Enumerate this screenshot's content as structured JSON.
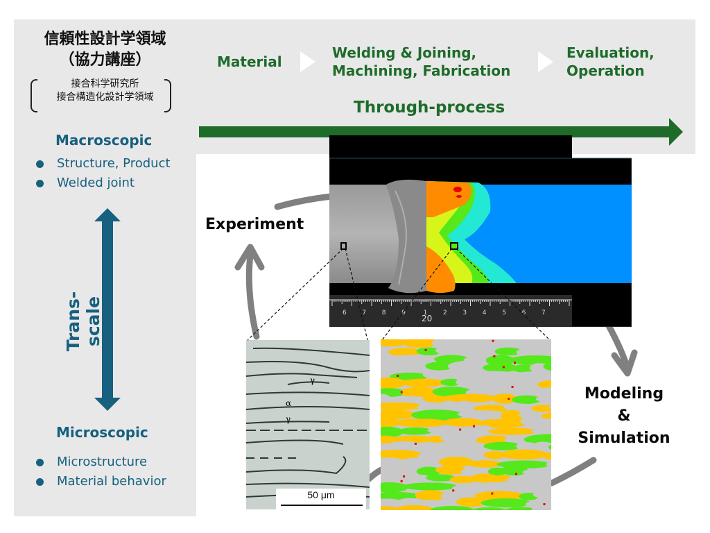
{
  "header": {
    "jp_title_line1": "信頼性設計学領域",
    "jp_title_line2": "（協力講座）",
    "jp_sub_line1": "接合科学研究所",
    "jp_sub_line2": "接合構造化設計学領域"
  },
  "process": {
    "steps": [
      {
        "label_line1": "Material",
        "label_line2": ""
      },
      {
        "label_line1": "Welding & Joining,",
        "label_line2": "Machining, Fabrication"
      },
      {
        "label_line1": "Evaluation,",
        "label_line2": "Operation"
      }
    ],
    "through_label": "Through-process",
    "arrow_icon": "right-arrow-icon",
    "step_separator_icon": "chevron-right-icon"
  },
  "scale": {
    "macro_heading": "Macroscopic",
    "macro_items": [
      "Structure, Product",
      "Welded joint"
    ],
    "micro_heading": "Microscopic",
    "micro_items": [
      "Microstructure",
      "Material behavior"
    ],
    "axis_label": "Trans-scale",
    "axis_icon": "double-headed-vertical-arrow-icon"
  },
  "cycle": {
    "experiment_label": "Experiment",
    "modeling_line1": "Modeling",
    "modeling_line2": "&",
    "modeling_line3": "Simulation",
    "arrow_icon": "circular-arrow-icon"
  },
  "images": {
    "weld_ruler_ticks": [
      "6",
      "7",
      "8",
      "9",
      "1",
      "2",
      "3",
      "4",
      "5",
      "6",
      "7"
    ],
    "weld_ruler_major_label": "20",
    "micrograph_phase_labels": [
      "γ",
      "α",
      "γ"
    ],
    "micrograph_scale_bar": "50 μm"
  },
  "colors": {
    "process_green": "#1e6b2a",
    "scale_blue": "#17607f",
    "panel_gray": "#e8e8e8",
    "cycle_arrow_gray": "#808080",
    "sim_blue": "#0090ff",
    "sim_cyan": "#22e8d4",
    "sim_green": "#55e81a",
    "sim_yellow": "#d8f51a",
    "sim_orange": "#ff8c00",
    "sim_red": "#e60000",
    "micro_gray": "#c8c8c8",
    "micro_amber": "#ffc300"
  }
}
